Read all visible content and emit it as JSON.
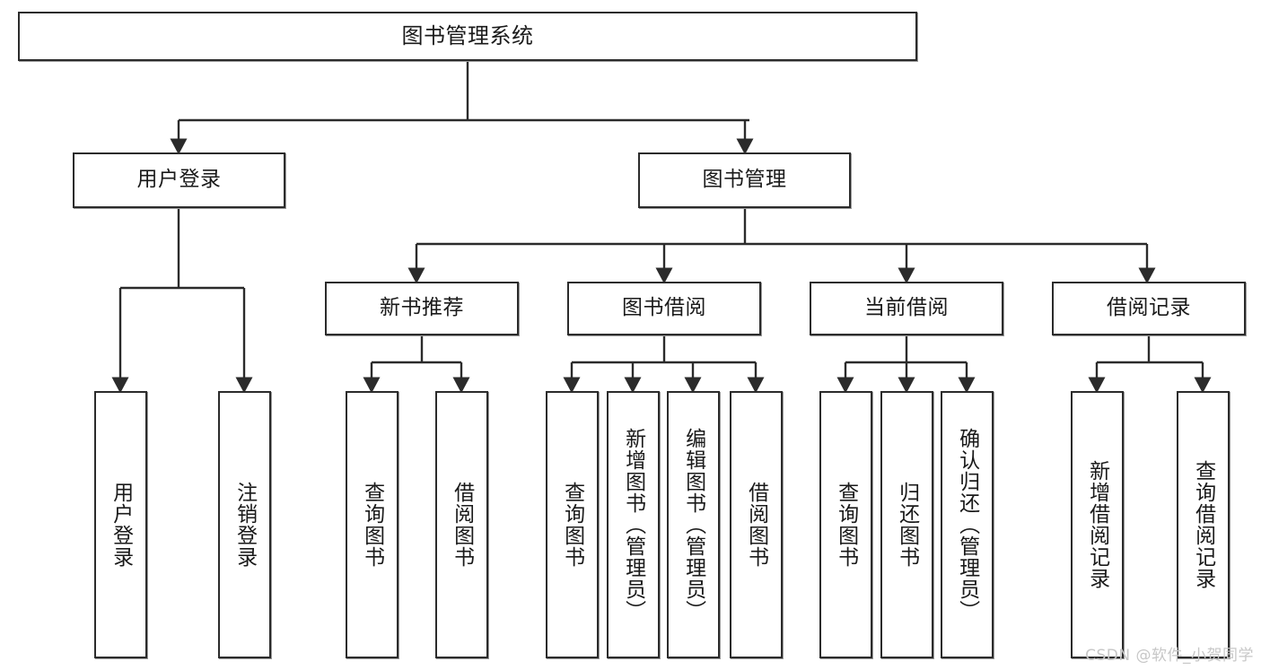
{
  "diagram": {
    "type": "tree-hierarchy",
    "title": "图书管理系统",
    "root": {
      "label": "图书管理系统"
    },
    "level2": [
      {
        "id": "user-login",
        "label": "用户登录"
      },
      {
        "id": "book-management",
        "label": "图书管理"
      }
    ],
    "level3": [
      {
        "id": "new-book-recommend",
        "label": "新书推荐",
        "parent": "book-management"
      },
      {
        "id": "book-borrow",
        "label": "图书借阅",
        "parent": "book-management"
      },
      {
        "id": "current-borrow",
        "label": "当前借阅",
        "parent": "book-management"
      },
      {
        "id": "borrow-record",
        "label": "借阅记录",
        "parent": "book-management"
      }
    ],
    "leaves": [
      {
        "id": "leaf-user-login",
        "label": "用户登录",
        "parent": "user-login"
      },
      {
        "id": "leaf-logout-login",
        "label": "注销登录",
        "parent": "user-login"
      },
      {
        "id": "leaf-query-book-1",
        "label": "查询图书",
        "parent": "new-book-recommend"
      },
      {
        "id": "leaf-borrow-book-1",
        "label": "借阅图书",
        "parent": "new-book-recommend"
      },
      {
        "id": "leaf-query-book-2",
        "label": "查询图书",
        "parent": "book-borrow"
      },
      {
        "id": "leaf-add-book",
        "label": "新增图书（管理员）",
        "parent": "book-borrow"
      },
      {
        "id": "leaf-edit-book",
        "label": "编辑图书（管理员）",
        "parent": "book-borrow"
      },
      {
        "id": "leaf-borrow-book-2",
        "label": "借阅图书",
        "parent": "book-borrow"
      },
      {
        "id": "leaf-query-book-3",
        "label": "查询图书",
        "parent": "current-borrow"
      },
      {
        "id": "leaf-return-book",
        "label": "归还图书",
        "parent": "current-borrow"
      },
      {
        "id": "leaf-confirm-return",
        "label": "确认归还（管理员）",
        "parent": "current-borrow"
      },
      {
        "id": "leaf-add-record",
        "label": "新增借阅记录",
        "parent": "borrow-record"
      },
      {
        "id": "leaf-query-record",
        "label": "查询借阅记录",
        "parent": "borrow-record"
      }
    ],
    "colors": {
      "border": "#2b2b2b",
      "background": "#ffffff",
      "text": "#1a1a1a",
      "connector": "#2b2b2b",
      "watermark": "#c7c7c7"
    }
  },
  "watermark": {
    "text": "CSDN @软件_小贺同学"
  }
}
